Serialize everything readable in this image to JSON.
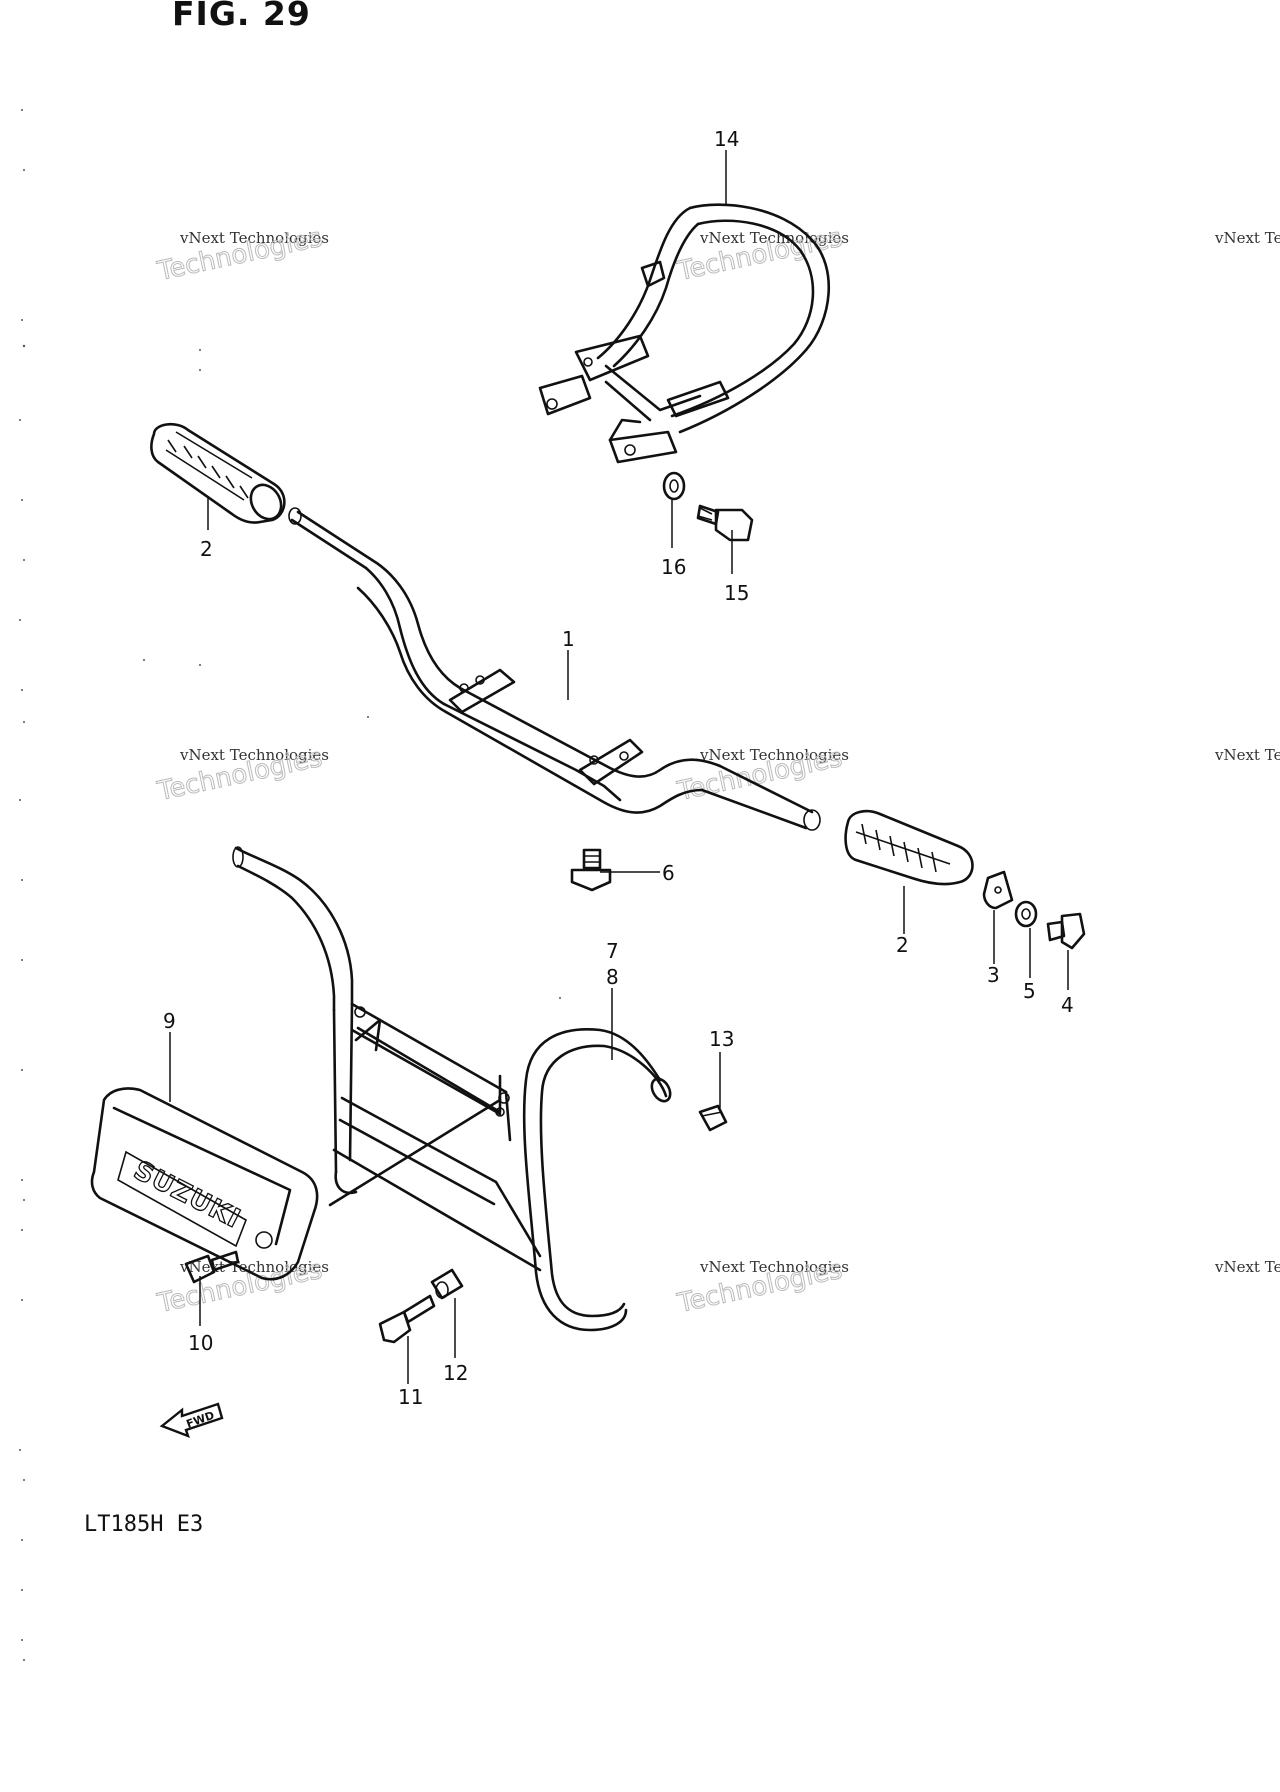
{
  "title": "FIG. 29",
  "model": "LT185H E3",
  "fwd_label": "FWD",
  "logo_text": "SUZUKI",
  "watermark": {
    "line1": "vNext Technologies",
    "line2": "Technologies"
  },
  "callouts": {
    "c1": "1",
    "c2a": "2",
    "c2b": "2",
    "c3": "3",
    "c4": "4",
    "c5": "5",
    "c6": "6",
    "c7": "7",
    "c8": "8",
    "c9": "9",
    "c10": "10",
    "c11": "11",
    "c12": "12",
    "c13": "13",
    "c14": "14",
    "c15": "15",
    "c16": "16"
  }
}
